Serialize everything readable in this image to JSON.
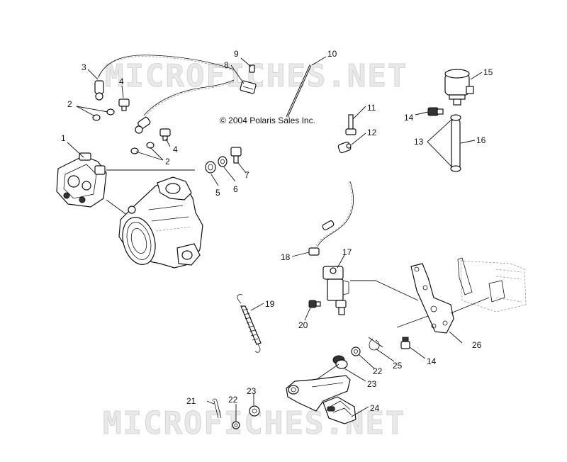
{
  "copyright": "© 2004 Polaris Sales Inc.",
  "watermarks": [
    "MICROFICHES.NET",
    "MICROFICHES.NET"
  ],
  "callouts": {
    "c1": "1",
    "c2a": "2",
    "c2b": "2",
    "c3": "3",
    "c4a": "4",
    "c4b": "4",
    "c5": "5",
    "c6": "6",
    "c7": "7",
    "c8": "8",
    "c9": "9",
    "c10": "10",
    "c11": "11",
    "c12": "12",
    "c13": "13",
    "c14a": "14",
    "c14b": "14",
    "c15": "15",
    "c16": "16",
    "c17": "17",
    "c18": "18",
    "c19": "19",
    "c20": "20",
    "c21": "21",
    "c22a": "22",
    "c22b": "22",
    "c23a": "23",
    "c23b": "23",
    "c24": "24",
    "c25": "25",
    "c26": "26"
  }
}
